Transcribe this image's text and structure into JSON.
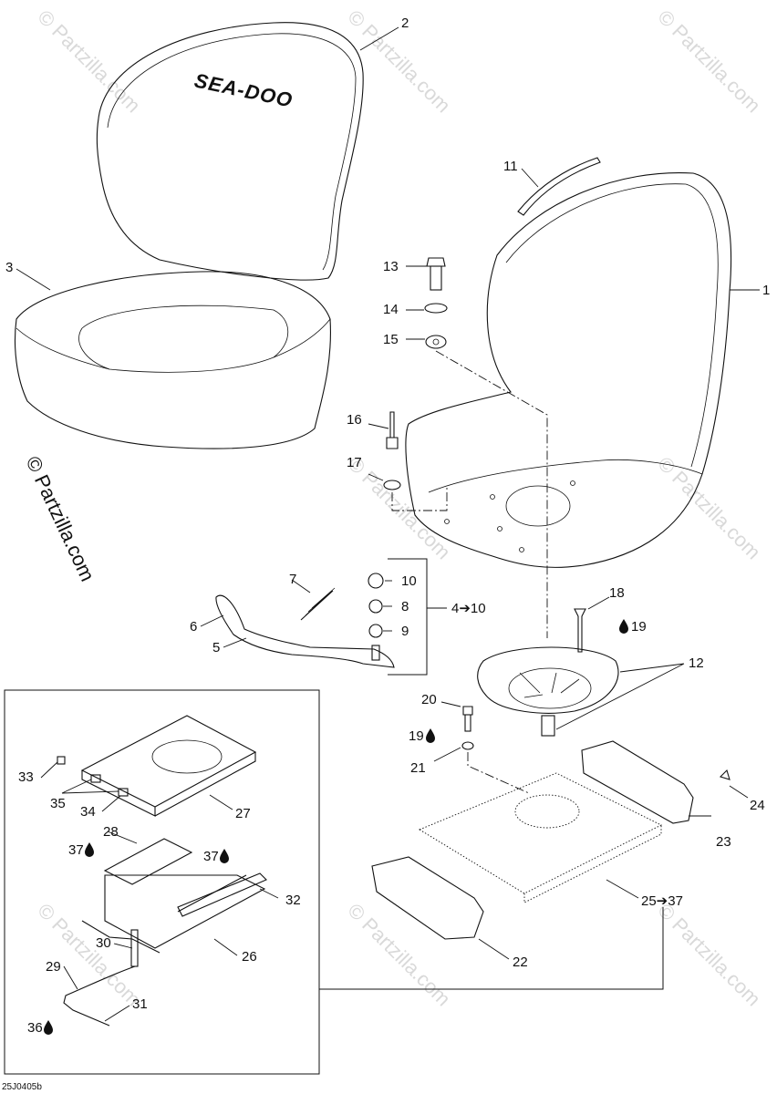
{
  "drawing_id": "25J0405b",
  "brand_logo": "SEA-DOO",
  "watermark": "© Partzilla.com",
  "drop_symbol": "drop-icon",
  "callouts": {
    "c1": "1",
    "c2": "2",
    "c3": "3",
    "c4_10": "4➔10",
    "c5": "5",
    "c6": "6",
    "c7": "7",
    "c8": "8",
    "c9": "9",
    "c10": "10",
    "c11": "11",
    "c12": "12",
    "c13": "13",
    "c14": "14",
    "c15": "15",
    "c16": "16",
    "c17": "17",
    "c18": "18",
    "c19a": "19",
    "c19b": "19",
    "c20": "20",
    "c21": "21",
    "c22": "22",
    "c23": "23",
    "c24": "24",
    "c25_37": "25➔37",
    "c26": "26",
    "c27": "27",
    "c28": "28",
    "c29": "29",
    "c30": "30",
    "c31": "31",
    "c32": "32",
    "c33": "33",
    "c34": "34",
    "c35": "35",
    "c36": "36",
    "c37a": "37",
    "c37b": "37"
  }
}
